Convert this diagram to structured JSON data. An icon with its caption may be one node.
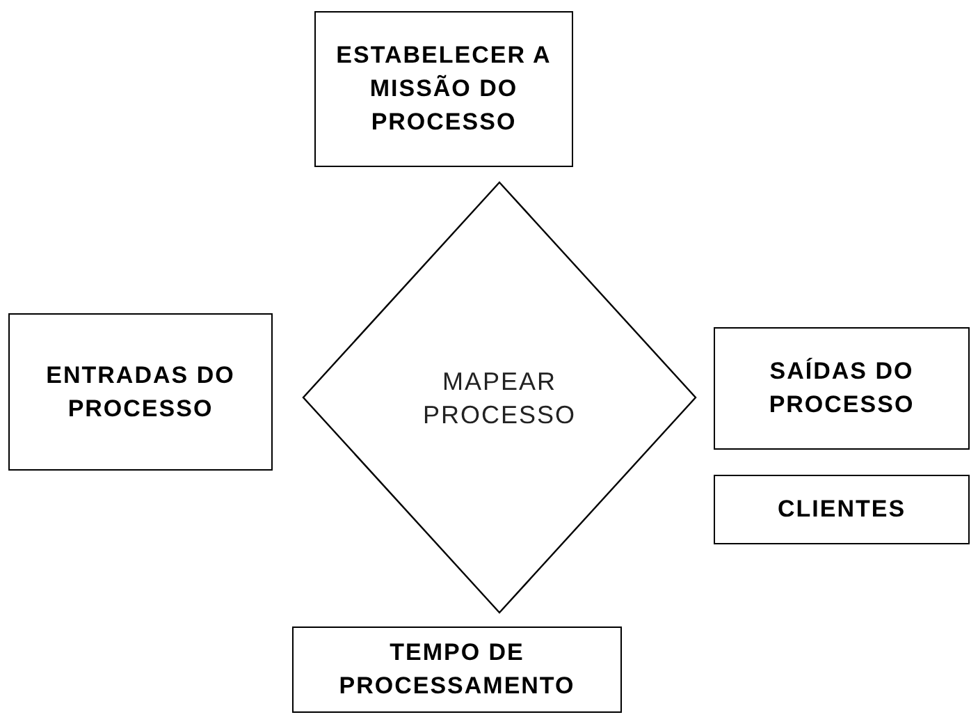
{
  "diagram": {
    "nodes": [
      {
        "text": [
          "ESTABELECER A MISSÃO DO PROCESSO"
        ]
      },
      {
        "text": [
          "ENTRADAS DO PROCESSO"
        ]
      },
      {
        "text": [
          "MAPEAR PROCESSO"
        ]
      },
      {
        "text": [
          "SAÍDAS DO PROCESSO"
        ]
      },
      {
        "text": [
          "CLIENTES"
        ]
      },
      {
        "text": [
          "TEMPO DE PROCESSAMENTO"
        ]
      }
    ],
    "edges": []
  }
}
